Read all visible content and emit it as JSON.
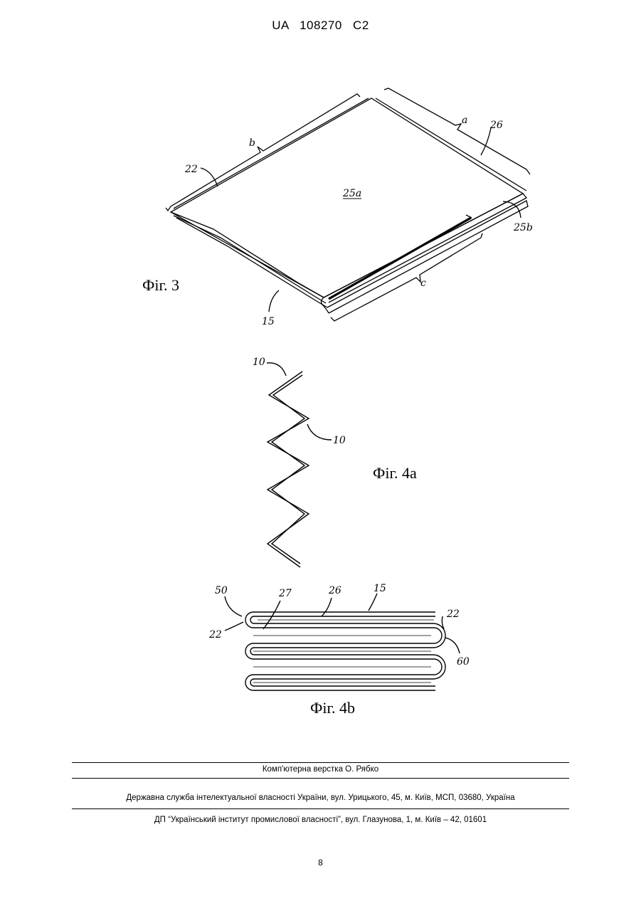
{
  "header": {
    "patent_number": "UA   108270   C2"
  },
  "figures": {
    "fig3": {
      "caption": "Фіг. 3",
      "labels": {
        "a": "a",
        "b": "b",
        "c": "c",
        "l22": "22",
        "l26": "26",
        "l25a": "25a",
        "l25b": "25b",
        "l15": "15"
      }
    },
    "fig4a": {
      "caption": "Фіг. 4a",
      "labels": {
        "top10": "10",
        "mid10": "10"
      }
    },
    "fig4b": {
      "caption": "Фіг. 4b",
      "labels": {
        "l50": "50",
        "l27": "27",
        "l26": "26",
        "l15": "15",
        "l22left": "22",
        "l22right": "22",
        "l60": "60"
      }
    }
  },
  "footer": {
    "layout_credit": "Комп'ютерна верстка О. Рябко",
    "agency": "Державна служба інтелектуальної власності України, вул. Урицького, 45, м. Київ, МСП, 03680, Україна",
    "institute": "ДП “Український інститут промислової власності”, вул. Глазунова, 1, м. Київ – 42, 01601",
    "page_number": "8"
  }
}
